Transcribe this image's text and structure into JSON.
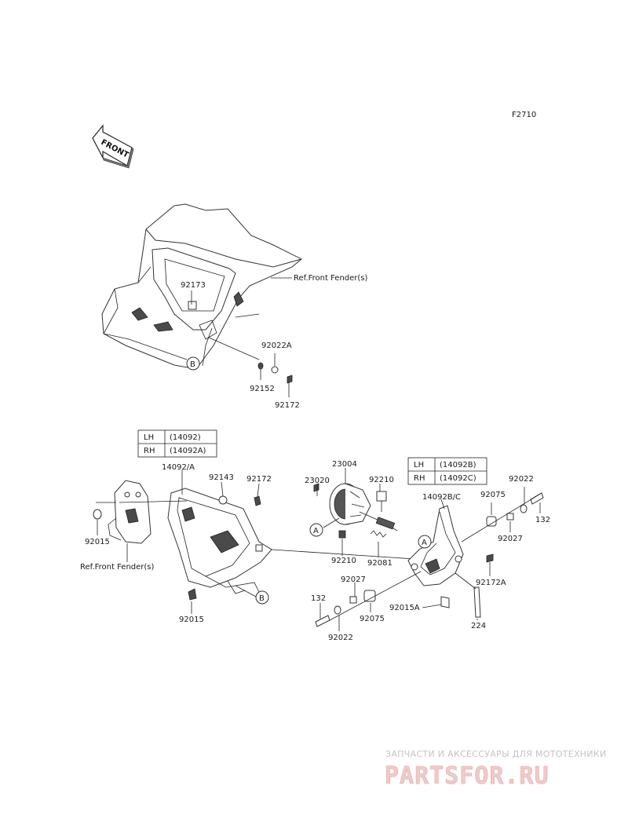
{
  "diagram_code": "F2710",
  "front_arrow": "FRONT",
  "parts": {
    "p92173": "92173",
    "ref_fender_top": "Ref.Front Fender(s)",
    "p92022A": "92022A",
    "p92152": "92152",
    "p92172_top": "92172",
    "callout_b_top": "B",
    "p14092A": "14092/A",
    "p92143": "92143",
    "p92172_left": "92172",
    "p92015_left": "92015",
    "ref_fender_left": "Ref.Front Fender(s)",
    "p92015_bottom": "92015",
    "callout_b_bottom": "B",
    "p23004": "23004",
    "p23020": "23020",
    "p92210_a": "92210",
    "p92210_b": "92210",
    "p92081": "92081",
    "callout_a_left": "A",
    "callout_a_right": "A",
    "p14092BC": "14092B/C",
    "p92075_top": "92075",
    "p92022_top": "92022",
    "p132_top": "132",
    "p92027_top": "92027",
    "p92172A": "92172A",
    "p92027_bottom": "92027",
    "p132_bottom": "132",
    "p92075_bottom": "92075",
    "p92015A": "92015A",
    "p224": "224",
    "p92022_bottom": "92022"
  },
  "table_left": {
    "rows": [
      {
        "side": "LH",
        "part": "(14092)"
      },
      {
        "side": "RH",
        "part": "(14092A)"
      }
    ]
  },
  "table_right": {
    "rows": [
      {
        "side": "LH",
        "part": "(14092B)"
      },
      {
        "side": "RH",
        "part": "(14092C)"
      }
    ]
  },
  "watermark": {
    "tagline": "ЗАПЧАСТИ И АКСЕССУАРЫ ДЛЯ МОТОТЕХНИКИ",
    "brand": "PARTSFOR.RU"
  }
}
